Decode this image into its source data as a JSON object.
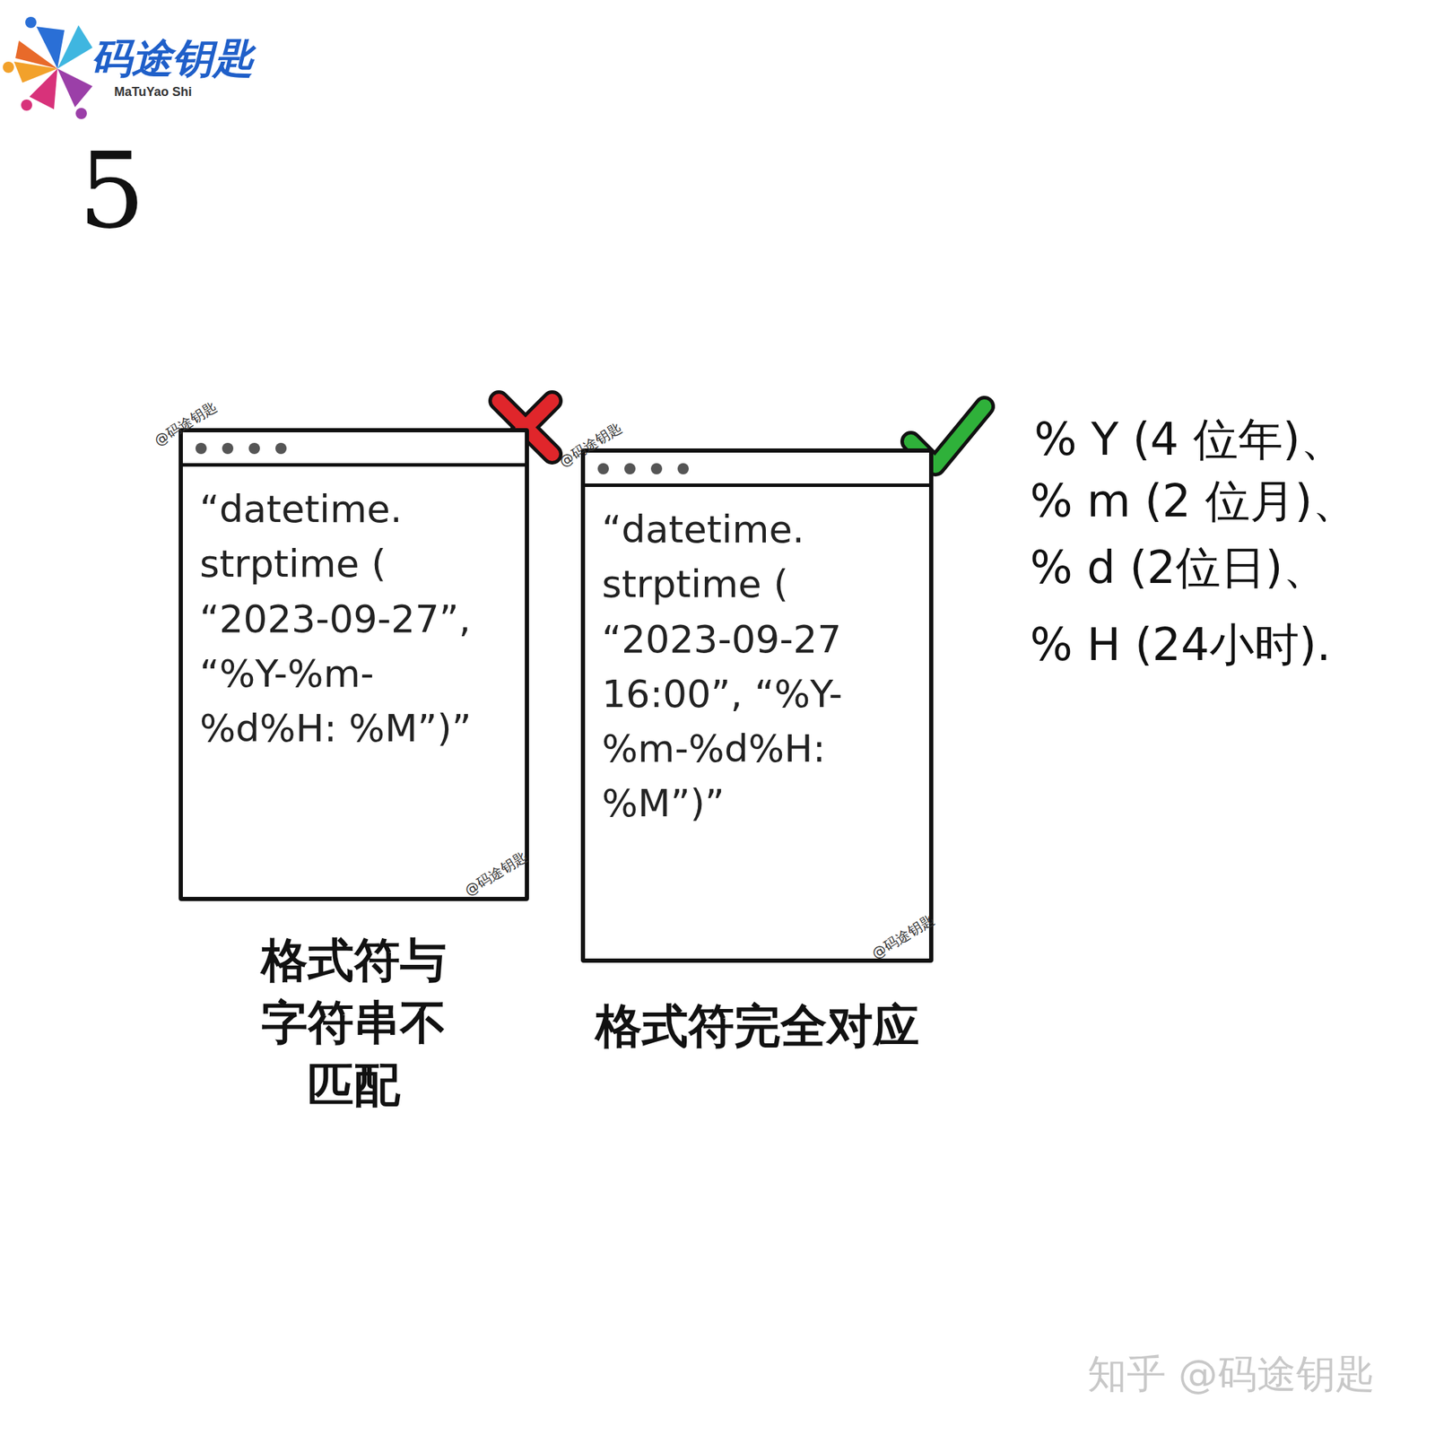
{
  "diagram": {
    "nodes": [
      {
        "text": [
          "“datetime. strptime ( “2023-09-27”, “%Y-%m-%d%H: %M”)”",
          "格式符与字符串不匹配"
        ]
      },
      {
        "text": [
          "“datetime. strptime ( “2023-09-27 16:00”, “%Y-%m-%d%H: %M”)”",
          "格式符完全对应"
        ]
      }
    ],
    "labels": [
      "码途钥匙",
      "MaTuYao Shi",
      "5",
      "@码途钥匙",
      "@码途钥匙",
      "@码途钥匙",
      "@码途钥匙",
      "% Y (4 位年)、",
      "% m (2 位月)、",
      "% d (2位日)、",
      "% H (24小时).",
      "知乎 @码途钥匙"
    ]
  }
}
